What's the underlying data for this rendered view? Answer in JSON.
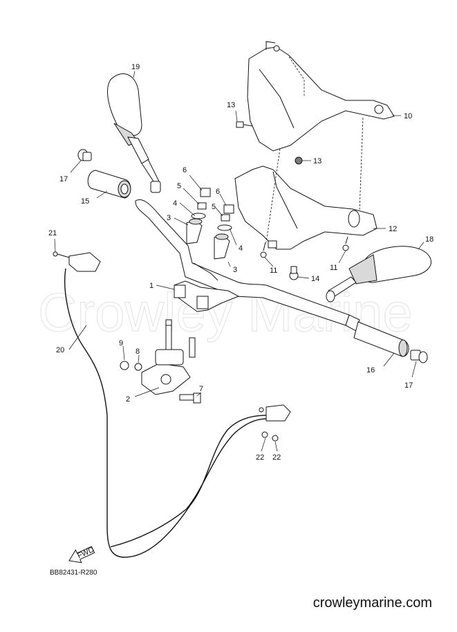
{
  "watermark": "Crowley Marine",
  "diagram_code": "BB82431-R280",
  "site_url": "crowleymarine.com",
  "fwd_label": "FWD",
  "labels": {
    "p1": "1",
    "p2": "2",
    "p3a": "3",
    "p3b": "3",
    "p4a": "4",
    "p4b": "4",
    "p5a": "5",
    "p5b": "5",
    "p6a": "6",
    "p6b": "6",
    "p7": "7",
    "p8": "8",
    "p9": "9",
    "p10": "10",
    "p11a": "11",
    "p11b": "11",
    "p12": "12",
    "p13a": "13",
    "p13b": "13",
    "p14": "14",
    "p15": "15",
    "p16": "16",
    "p17a": "17",
    "p17b": "17",
    "p18": "18",
    "p19": "19",
    "p20": "20",
    "p21": "21",
    "p22a": "22",
    "p22b": "22"
  }
}
